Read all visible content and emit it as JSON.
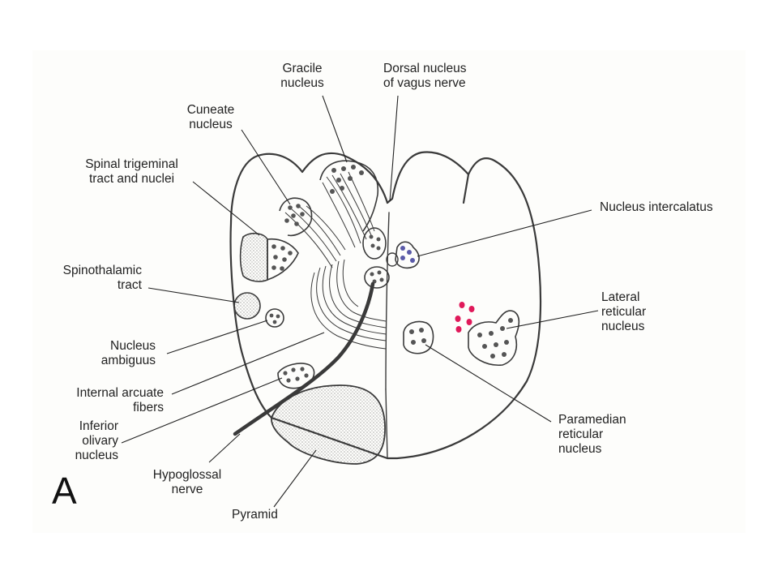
{
  "panel_letter": "A",
  "labels": {
    "gracile": "Gracile\nnucleus",
    "dorsal_vagus": "Dorsal nucleus\nof vagus nerve",
    "cuneate": "Cuneate\nnucleus",
    "spinal_trigeminal": "Spinal trigeminal\ntract and nuclei",
    "nucleus_intercalatus": "Nucleus intercalatus",
    "spinothalamic": "Spinothalamic\ntract",
    "lateral_reticular": "Lateral\nreticular\nnucleus",
    "nucleus_ambiguus": "Nucleus\nambiguus",
    "internal_arcuate": "Internal arcuate\nfibers",
    "inferior_olivary": "Inferior\nolivary\nnucleus",
    "paramedian_reticular": "Paramedian\nreticular\nnucleus",
    "hypoglossal": "Hypoglossal\nnerve",
    "pyramid": "Pyramid"
  },
  "colors": {
    "outline": "#3a3a3a",
    "intercalatus_fill": "#5a5aa8",
    "red_dots": "#e0195a",
    "stipple": "#444444"
  }
}
